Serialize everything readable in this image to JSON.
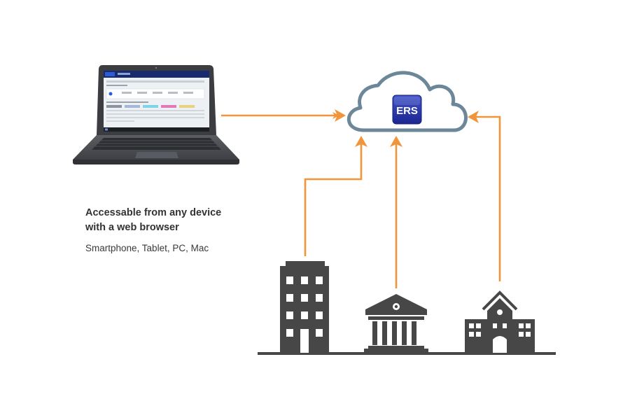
{
  "diagram": {
    "cloud_badge": "ERS",
    "caption": {
      "title_line1": "Accessable from any device",
      "title_line2": "with a web browser",
      "devices": "Smartphone, Tablet, PC, Mac"
    },
    "colors": {
      "arrow": "#f0953a",
      "cloud_outline": "#6b8799",
      "badge_blue": "#2a37a8",
      "building": "#474747",
      "laptop_body": "#4a4c50",
      "screen_header": "#1a2a6e"
    },
    "icons": [
      "laptop-icon",
      "cloud-icon",
      "office-building-icon",
      "bank-building-icon",
      "school-building-icon"
    ]
  }
}
